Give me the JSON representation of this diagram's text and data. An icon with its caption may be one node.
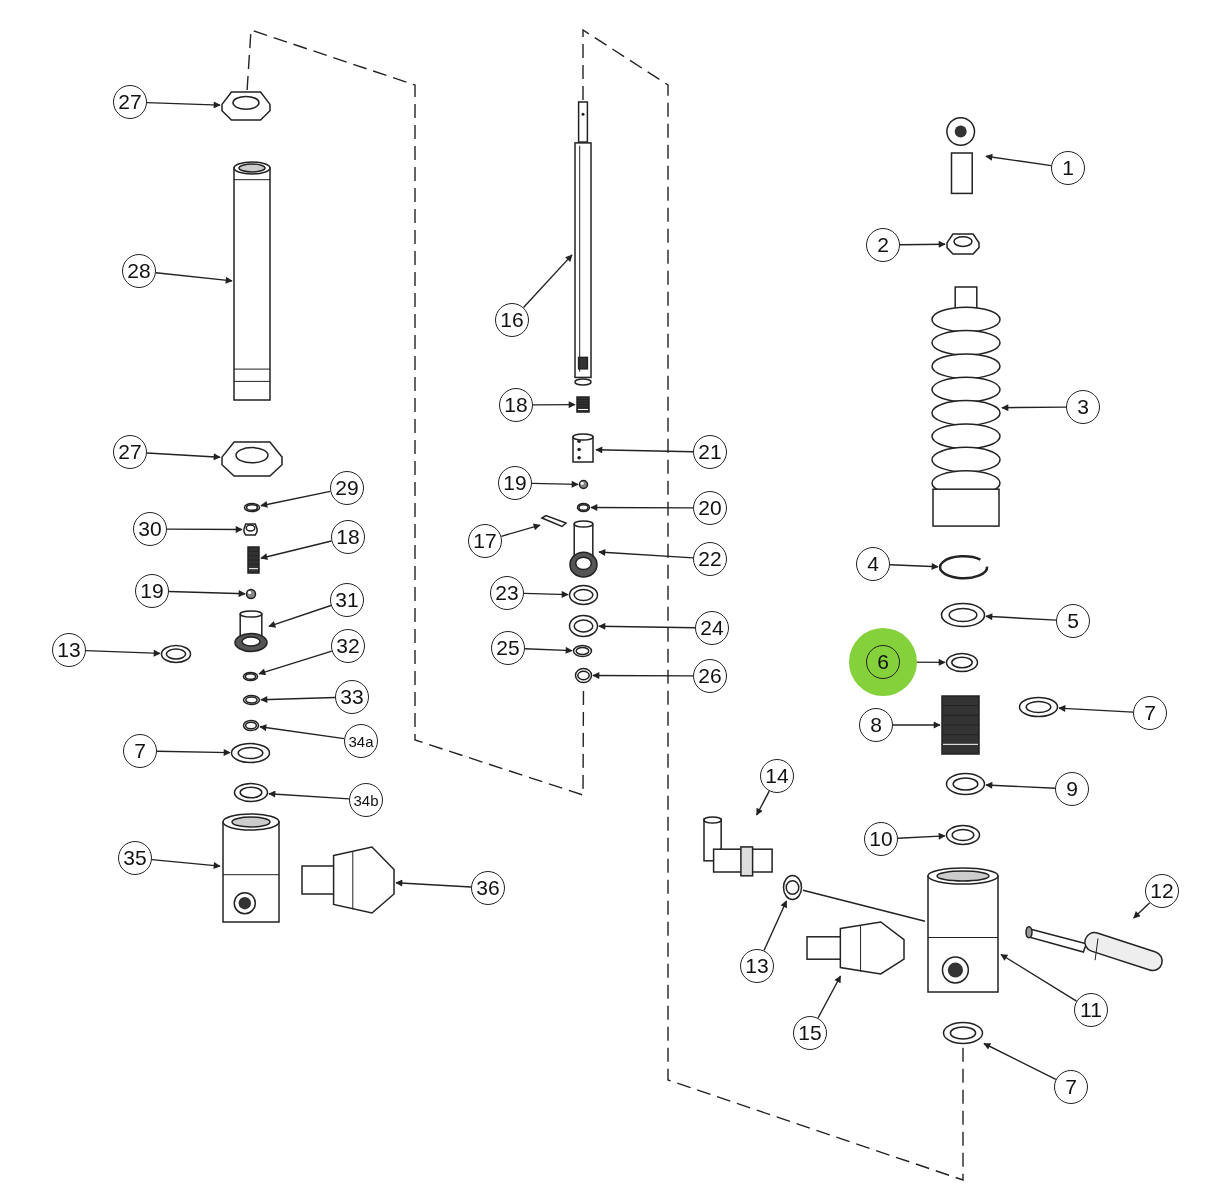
{
  "diagram": {
    "nodes": [
      {
        "text": [
          "27"
        ]
      },
      {
        "text": [],
        "shape": "picture"
      },
      {
        "text": [
          "28"
        ]
      },
      {
        "text": [],
        "shape": "picture"
      },
      {
        "text": [
          "27"
        ]
      },
      {
        "text": [],
        "shape": "picture"
      },
      {
        "text": [
          "29"
        ]
      },
      {
        "text": [],
        "shape": "picture"
      },
      {
        "text": [
          "30"
        ]
      },
      {
        "text": [],
        "shape": "picture"
      },
      {
        "text": [
          "18"
        ]
      },
      {
        "text": [],
        "shape": "picture"
      },
      {
        "text": [
          "19"
        ]
      },
      {
        "text": [],
        "shape": "picture"
      },
      {
        "text": [
          "31"
        ]
      },
      {
        "text": [],
        "shape": "picture"
      },
      {
        "text": [
          "13"
        ]
      },
      {
        "text": [],
        "shape": "picture"
      },
      {
        "text": [
          "32"
        ]
      },
      {
        "text": [],
        "shape": "picture"
      },
      {
        "text": [
          "33"
        ]
      },
      {
        "text": [],
        "shape": "picture"
      },
      {
        "text": [
          "34a"
        ]
      },
      {
        "text": [],
        "shape": "picture"
      },
      {
        "text": [
          "7"
        ]
      },
      {
        "text": [],
        "shape": "picture"
      },
      {
        "text": [
          "34b"
        ]
      },
      {
        "text": [],
        "shape": "picture"
      },
      {
        "text": [
          "35"
        ]
      },
      {
        "text": [],
        "shape": "picture"
      },
      {
        "text": [
          "36"
        ]
      },
      {
        "text": [],
        "shape": "picture"
      },
      {
        "text": [
          "16"
        ]
      },
      {
        "text": [],
        "shape": "picture"
      },
      {
        "text": [
          "18"
        ]
      },
      {
        "text": [],
        "shape": "picture"
      },
      {
        "text": [
          "21"
        ]
      },
      {
        "text": [],
        "shape": "picture"
      },
      {
        "text": [
          "19"
        ]
      },
      {
        "text": [],
        "shape": "picture"
      },
      {
        "text": [
          "20"
        ]
      },
      {
        "text": [],
        "shape": "picture"
      },
      {
        "text": [
          "17"
        ]
      },
      {
        "text": [],
        "shape": "picture"
      },
      {
        "text": [
          "22"
        ]
      },
      {
        "text": [],
        "shape": "picture"
      },
      {
        "text": [
          "23"
        ]
      },
      {
        "text": [],
        "shape": "picture"
      },
      {
        "text": [
          "24"
        ]
      },
      {
        "text": [],
        "shape": "picture"
      },
      {
        "text": [
          "25"
        ]
      },
      {
        "text": [],
        "shape": "picture"
      },
      {
        "text": [
          "26"
        ]
      },
      {
        "text": [],
        "shape": "picture"
      },
      {
        "text": [
          "1"
        ]
      },
      {
        "text": [],
        "shape": "picture"
      },
      {
        "text": [
          "2"
        ]
      },
      {
        "text": [],
        "shape": "picture"
      },
      {
        "text": [
          "3"
        ]
      },
      {
        "text": [],
        "shape": "picture"
      },
      {
        "text": [
          "4"
        ]
      },
      {
        "text": [],
        "shape": "picture"
      },
      {
        "text": [
          "5"
        ]
      },
      {
        "text": [],
        "shape": "picture"
      },
      {
        "text": [
          "6"
        ]
      },
      {
        "text": [],
        "shape": "picture"
      },
      {
        "text": [
          "7"
        ]
      },
      {
        "text": [],
        "shape": "picture"
      },
      {
        "text": [
          "8"
        ]
      },
      {
        "text": [],
        "shape": "picture"
      },
      {
        "text": [
          "9"
        ]
      },
      {
        "text": [],
        "shape": "picture"
      },
      {
        "text": [
          "10"
        ]
      },
      {
        "text": [],
        "shape": "picture"
      },
      {
        "text": [
          "14"
        ]
      },
      {
        "text": [],
        "shape": "picture"
      },
      {
        "text": [
          "12"
        ]
      },
      {
        "text": [],
        "shape": "picture"
      },
      {
        "text": [
          "13"
        ]
      },
      {
        "text": [],
        "shape": "picture"
      },
      {
        "text": [
          "15"
        ]
      },
      {
        "text": [],
        "shape": "picture"
      },
      {
        "text": [
          "11"
        ]
      },
      {
        "text": [],
        "shape": "picture"
      },
      {
        "text": [
          "7"
        ]
      },
      {
        "text": [],
        "shape": "picture"
      }
    ],
    "edges": [
      {
        "from": 0,
        "to": 1,
        "arrow": "to"
      },
      {
        "from": 2,
        "to": 3,
        "arrow": "to"
      },
      {
        "from": 4,
        "to": 5,
        "arrow": "to"
      },
      {
        "from": 6,
        "to": 7,
        "arrow": "to"
      },
      {
        "from": 8,
        "to": 9,
        "arrow": "to"
      },
      {
        "from": 10,
        "to": 11,
        "arrow": "to"
      },
      {
        "from": 12,
        "to": 13,
        "arrow": "to"
      },
      {
        "from": 14,
        "to": 15,
        "arrow": "to"
      },
      {
        "from": 16,
        "to": 17,
        "arrow": "to"
      },
      {
        "from": 18,
        "to": 19,
        "arrow": "to"
      },
      {
        "from": 20,
        "to": 21,
        "arrow": "to"
      },
      {
        "from": 22,
        "to": 23,
        "arrow": "to"
      },
      {
        "from": 24,
        "to": 25,
        "arrow": "to"
      },
      {
        "from": 26,
        "to": 27,
        "arrow": "to"
      },
      {
        "from": 28,
        "to": 29,
        "arrow": "to"
      },
      {
        "from": 30,
        "to": 31,
        "arrow": "to"
      },
      {
        "from": 32,
        "to": 33,
        "arrow": "to"
      },
      {
        "from": 34,
        "to": 35,
        "arrow": "to"
      },
      {
        "from": 36,
        "to": 37,
        "arrow": "to"
      },
      {
        "from": 38,
        "to": 39,
        "arrow": "to"
      },
      {
        "from": 40,
        "to": 41,
        "arrow": "to"
      },
      {
        "from": 42,
        "to": 43,
        "arrow": "to"
      },
      {
        "from": 44,
        "to": 45,
        "arrow": "to"
      },
      {
        "from": 46,
        "to": 47,
        "arrow": "to"
      },
      {
        "from": 48,
        "to": 49,
        "arrow": "to"
      },
      {
        "from": 50,
        "to": 51,
        "arrow": "to"
      },
      {
        "from": 52,
        "to": 53,
        "arrow": "to"
      },
      {
        "from": 54,
        "to": 55,
        "arrow": "to"
      },
      {
        "from": 56,
        "to": 57,
        "arrow": "to"
      },
      {
        "from": 58,
        "to": 59,
        "arrow": "to"
      },
      {
        "from": 60,
        "to": 61,
        "arrow": "to"
      },
      {
        "from": 62,
        "to": 63,
        "arrow": "to"
      },
      {
        "from": 64,
        "to": 65,
        "arrow": "to"
      },
      {
        "from": 66,
        "to": 67,
        "arrow": "to"
      },
      {
        "from": 68,
        "to": 69,
        "arrow": "to"
      },
      {
        "from": 70,
        "to": 71,
        "arrow": "to"
      },
      {
        "from": 72,
        "to": 73,
        "arrow": "to"
      },
      {
        "from": 74,
        "to": 75,
        "arrow": "to"
      },
      {
        "from": 76,
        "to": 77,
        "arrow": "to"
      },
      {
        "from": 78,
        "to": 79,
        "arrow": "to"
      },
      {
        "from": 80,
        "to": 81,
        "arrow": "to"
      },
      {
        "from": 82,
        "to": 83,
        "arrow": "to"
      },
      {
        "from": 84,
        "to": 85,
        "arrow": "to"
      },
      {
        "from": 1,
        "to": 53,
        "arrow": "none",
        "style": "dashed"
      },
      {
        "from": 33,
        "to": 85,
        "arrow": "none",
        "style": "dashed"
      },
      {
        "from": 79,
        "to": 83,
        "arrow": "none"
      }
    ]
  }
}
